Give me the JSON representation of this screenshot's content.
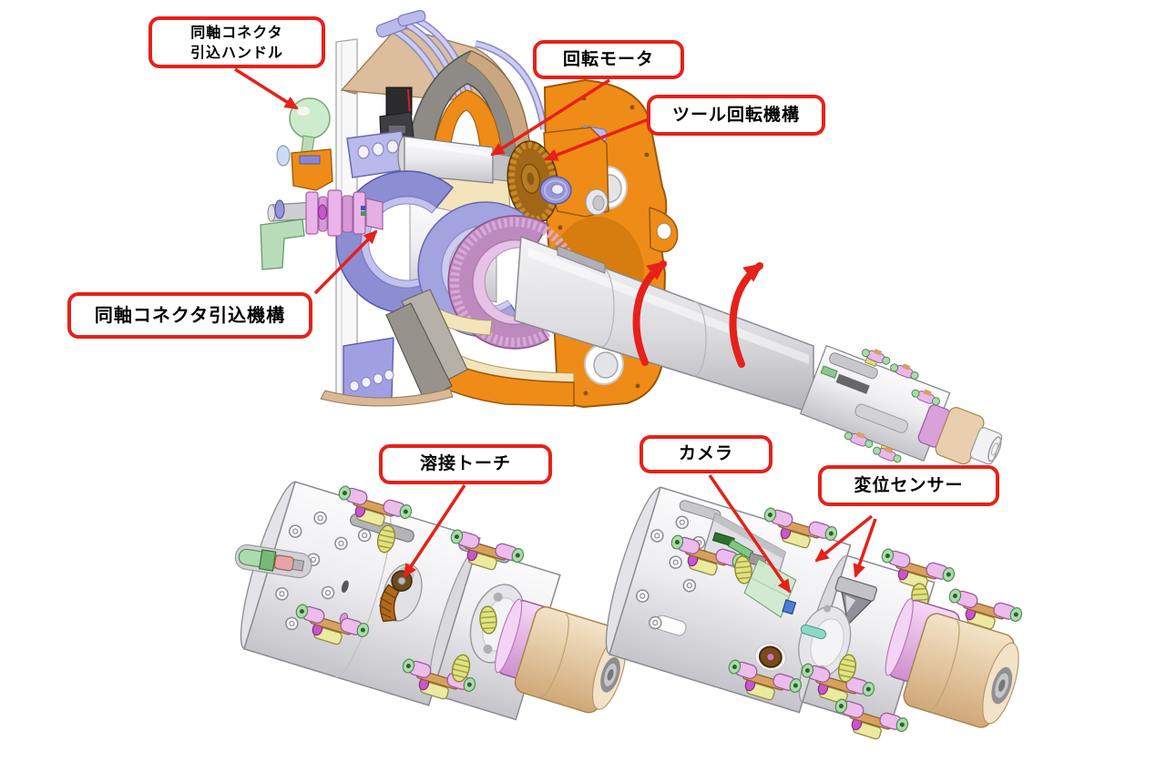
{
  "labels": {
    "coax_handle_line1": "同軸コネクタ",
    "coax_handle_line2": "引込ハンドル",
    "rotation_motor": "回転モータ",
    "tool_rotation_mechanism": "ツール回転機構",
    "coax_retract_mechanism": "同軸コネクタ引込機構",
    "welding_torch": "溶接トーチ",
    "camera": "カメラ",
    "displacement_sensor": "変位センサー"
  },
  "colors": {
    "callout_border": "#e62119",
    "callout_background": "#ffffff",
    "callout_text": "#000000",
    "arrow": "#e62119",
    "housing_orange": "#ef8c17",
    "bearing_purple": "#8d8dd4",
    "ring_gear_pink": "#bd8abd",
    "handle_green": "#cdeccd",
    "cap_tan": "#e9cfad",
    "roller_pink": "#ecbcec"
  }
}
